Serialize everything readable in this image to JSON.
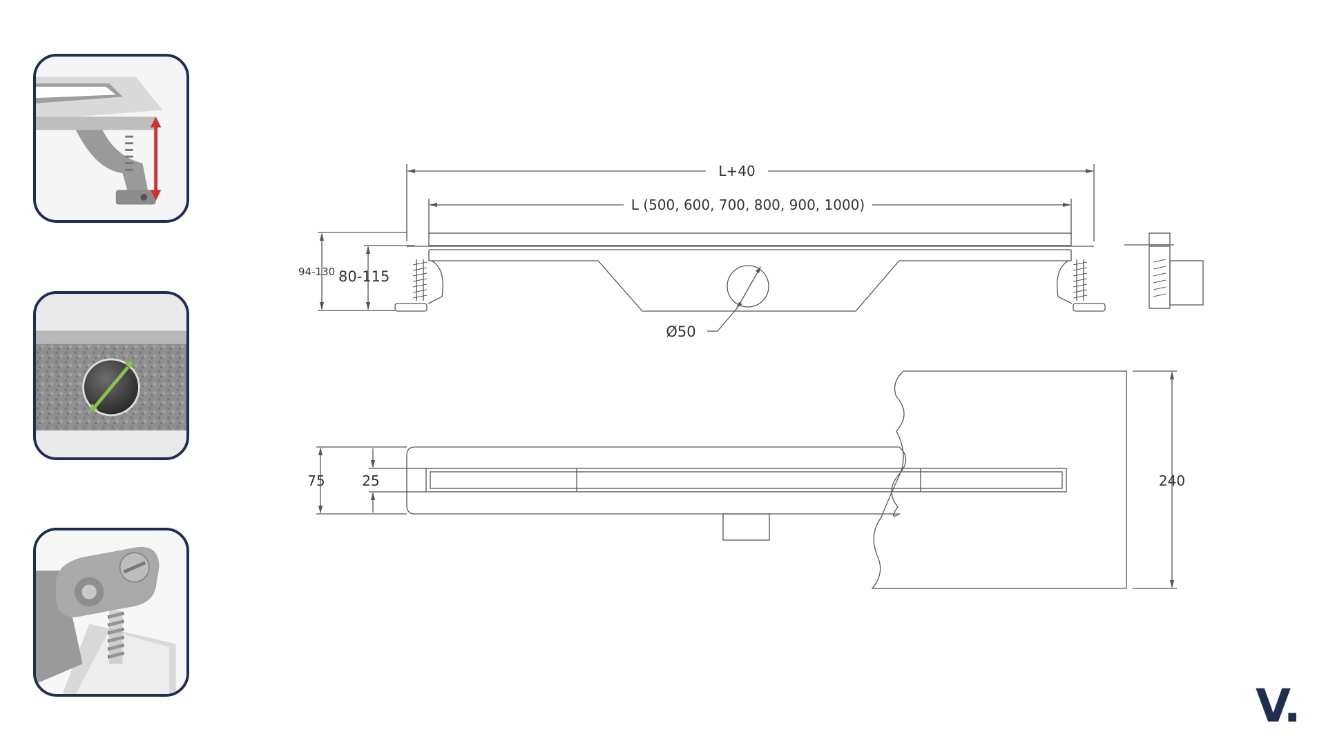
{
  "thumbnails": [
    {
      "subject": "height-adjustable-foot",
      "icon": "red-double-arrow-icon"
    },
    {
      "subject": "outlet-diameter",
      "icon": "green-double-arrow-icon"
    },
    {
      "subject": "leveling-screw-foot",
      "icon": "screw-icon"
    }
  ],
  "dimensions": {
    "total_length": "L+40",
    "length_options": "L (500, 600, 700, 800, 900, 1000)",
    "total_height": "94-130",
    "body_height": "80-115",
    "outlet": "Ø50",
    "body_width": "75",
    "grate_width": "25",
    "tile_width": "240"
  },
  "logo": {
    "text": "V."
  },
  "colors": {
    "border": "#1f2d4e",
    "line": "#555555",
    "accent_red": "#d32f2f",
    "accent_green": "#8bc34a"
  }
}
